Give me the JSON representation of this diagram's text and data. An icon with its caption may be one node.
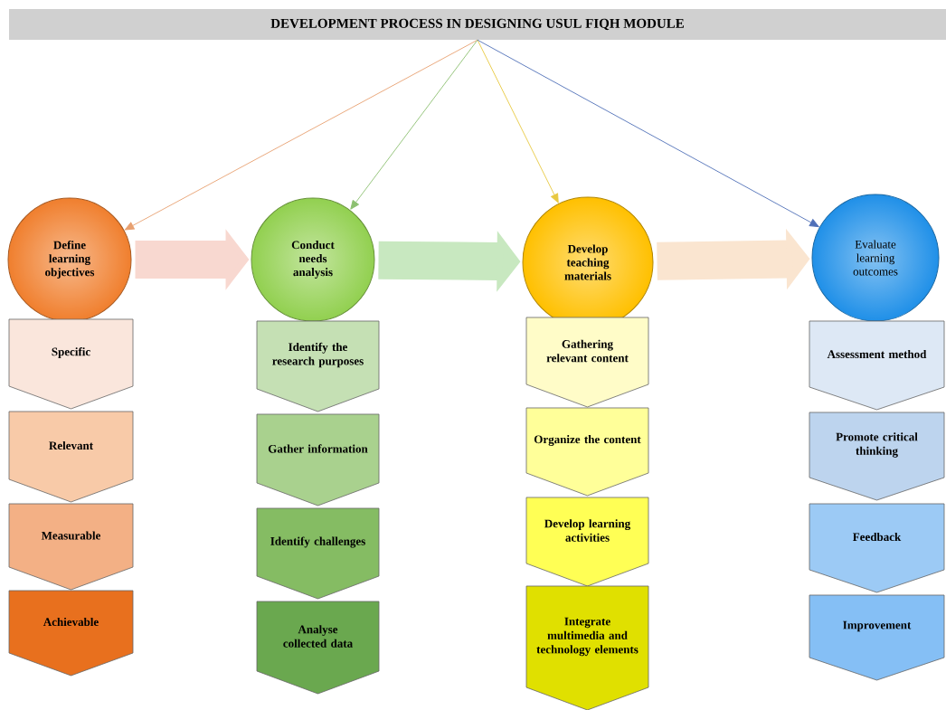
{
  "diagram": {
    "nodes": [
      {
        "text": [
          "DEVELOPMENT PROCESS IN DESIGNING USUL FIQH MODULE"
        ]
      },
      {
        "text": [
          "Define learning objectives"
        ]
      },
      {
        "text": [
          "Conduct needs analysis"
        ]
      },
      {
        "text": [
          "Develop teaching materials"
        ]
      },
      {
        "text": [
          "Evaluate learning outcomes"
        ]
      },
      {
        "text": [
          "Specific"
        ]
      },
      {
        "text": [
          "Relevant"
        ]
      },
      {
        "text": [
          "Measurable"
        ]
      },
      {
        "text": [
          "Achievable"
        ]
      },
      {
        "text": [
          "Identify the research purposes"
        ]
      },
      {
        "text": [
          "Gather information"
        ]
      },
      {
        "text": [
          "Identify challenges"
        ]
      },
      {
        "text": [
          "Analyse collected data"
        ]
      },
      {
        "text": [
          "Gathering relevant content"
        ]
      },
      {
        "text": [
          "Organize the content"
        ]
      },
      {
        "text": [
          "Develop learning activities"
        ]
      },
      {
        "text": [
          "Integrate multimedia and technology elements"
        ]
      },
      {
        "text": [
          "Assessment method"
        ]
      },
      {
        "text": [
          "Promote critical thinking"
        ]
      },
      {
        "text": [
          "Feedback"
        ]
      },
      {
        "text": [
          "Improvement"
        ]
      }
    ],
    "edges": [
      {
        "from": 0,
        "to": 1,
        "arrow": "to",
        "color": "#e8a070"
      },
      {
        "from": 0,
        "to": 2,
        "arrow": "to",
        "color": "#8cc070"
      },
      {
        "from": 0,
        "to": 3,
        "arrow": "to",
        "color": "#e8c840"
      },
      {
        "from": 0,
        "to": 4,
        "arrow": "to",
        "color": "#5070b8"
      },
      {
        "from": 1,
        "to": 2,
        "arrow": "to",
        "style": "thick",
        "color": "#f8d8d0"
      },
      {
        "from": 2,
        "to": 3,
        "arrow": "to",
        "style": "thick",
        "color": "#c8e8c0"
      },
      {
        "from": 3,
        "to": 4,
        "arrow": "to",
        "style": "thick",
        "color": "#fae5d0"
      }
    ]
  }
}
